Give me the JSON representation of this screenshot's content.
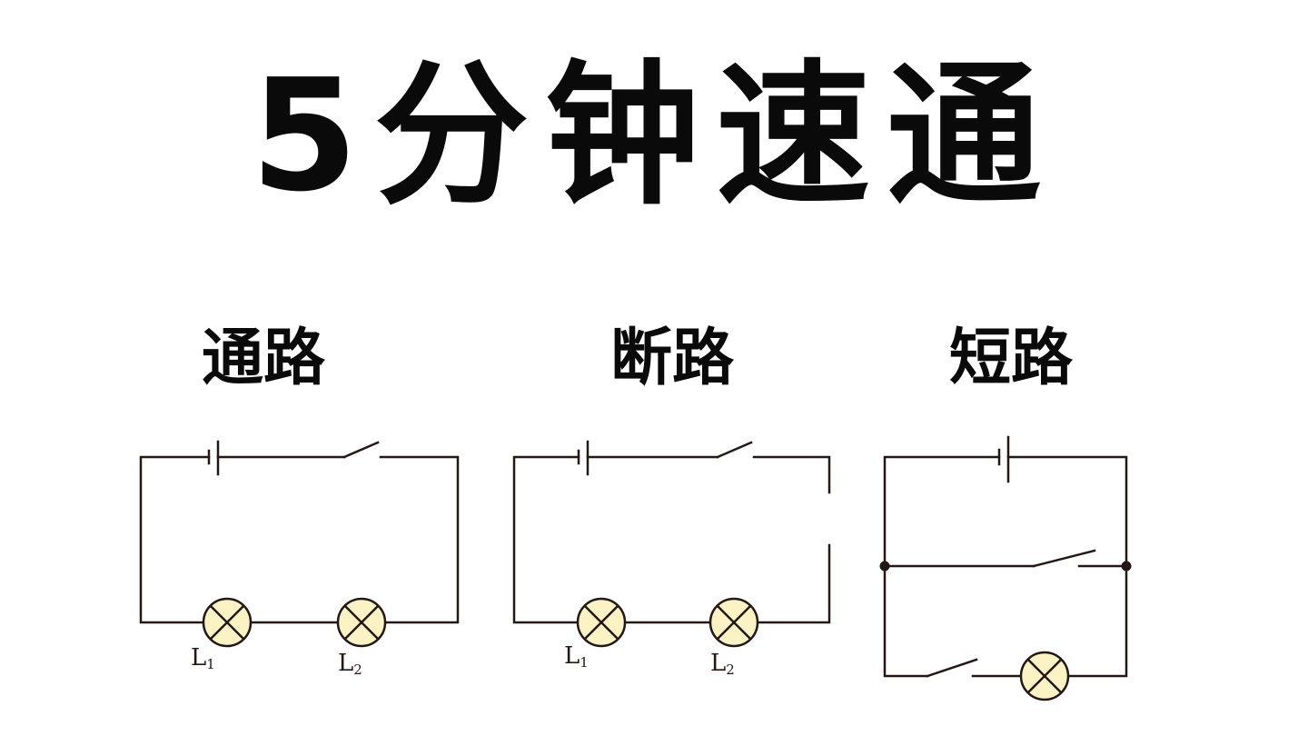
{
  "title": "5分钟速通",
  "sections": [
    {
      "heading": "通路",
      "lamps": [
        {
          "letter": "L",
          "sub": "1"
        },
        {
          "letter": "L",
          "sub": "2"
        }
      ]
    },
    {
      "heading": "断路",
      "lamps": [
        {
          "letter": "L",
          "sub": "1"
        },
        {
          "letter": "L",
          "sub": "2"
        }
      ]
    },
    {
      "heading": "短路"
    }
  ],
  "colors": {
    "text": "#0a0a0a",
    "wire": "#231815",
    "lamp_fill": "#fbf3c4",
    "background": "#ffffff"
  },
  "icons": [
    "battery-icon",
    "switch-icon",
    "lamp-icon",
    "junction-node-icon"
  ]
}
